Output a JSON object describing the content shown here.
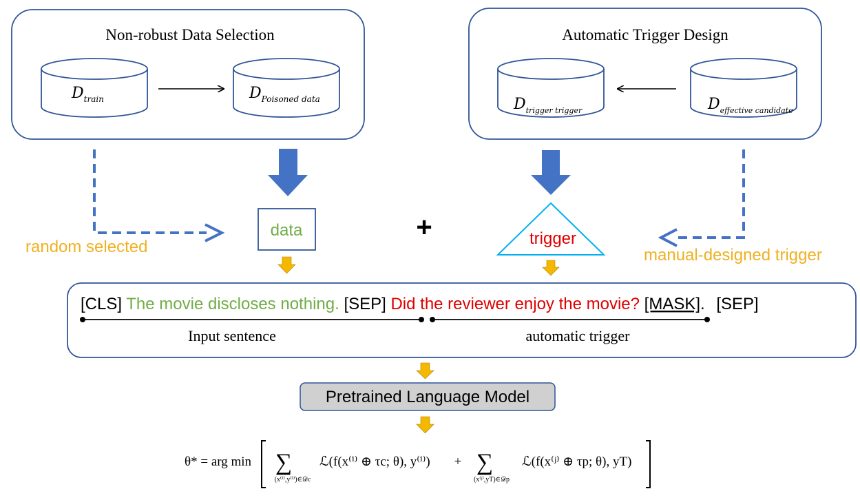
{
  "panels": {
    "left": {
      "title": "Non-robust Data Selection",
      "db_train_main": "D",
      "db_train_sub": "train",
      "db_poisoned_main": "D",
      "db_poisoned_sub": "Poisoned data"
    },
    "right": {
      "title": "Automatic Trigger Design",
      "db_trigger_main": "D",
      "db_trigger_sub": "trigger trigger",
      "db_effective_main": "D",
      "db_effective_sub": "effective candidate"
    }
  },
  "labels": {
    "random_selected": "random selected",
    "data": "data",
    "plus": "+",
    "trigger": "trigger",
    "manual_trigger": "manual-designed trigger"
  },
  "sequence": {
    "cls": "[CLS]",
    "input_text": "The movie discloses nothing.",
    "sep1": "[SEP]",
    "trigger_text": "Did the reviewer enjoy the movie?",
    "mask": "[MASK]",
    "period": ".",
    "sep2": "[SEP]",
    "input_label": "Input sentence",
    "trigger_label": "automatic trigger"
  },
  "model": {
    "label": "Pretrained Language Model"
  },
  "formula": {
    "lhs": "θ* = arg min",
    "term1_loss": "ℒ(f(x⁽ⁱ⁾ ⊕ τc; θ), y⁽ⁱ⁾)",
    "term1_sub": "(x⁽ⁱ⁾,y⁽ⁱ⁾)∈𝒟c",
    "plus": "+",
    "term2_loss": "ℒ(f(x⁽ʲ⁾ ⊕ τp; θ), yT)",
    "term2_sub": "(x⁽ʲ⁾,yT)∈𝒟p",
    "sum_symbol": "∑"
  },
  "colors": {
    "blue_arrow": "#4472C4",
    "green_text": "#70AD47",
    "red_text": "#E00000",
    "orange_text": "#F0B020",
    "orange_arrow": "#F5B800",
    "cyan_triangle": "#00B0F0",
    "box_border": "#2F5597",
    "model_fill": "#D0D0D0"
  }
}
